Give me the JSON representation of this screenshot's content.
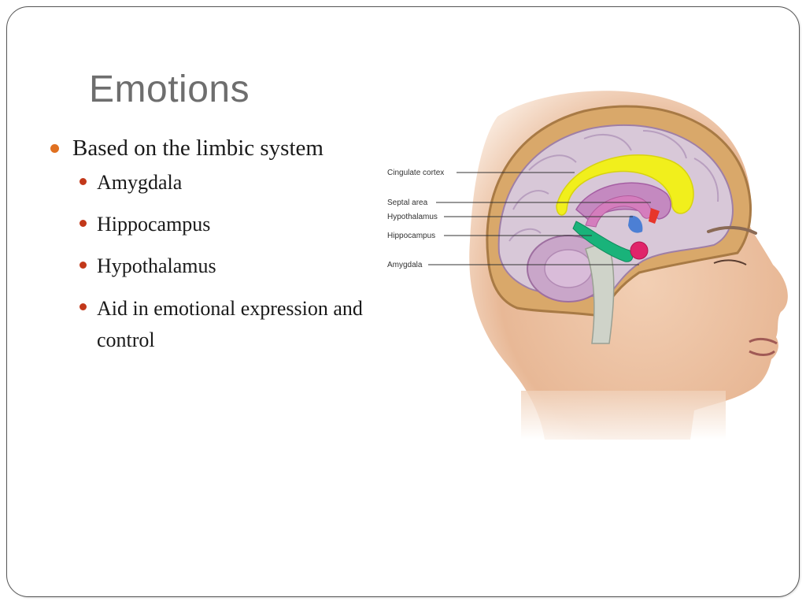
{
  "slide": {
    "title": "Emotions",
    "bullets": [
      {
        "text": "Based on the limbic system"
      }
    ],
    "sub_bullets": [
      {
        "text": "Amygdala"
      },
      {
        "text": "Hippocampus"
      },
      {
        "text": "Hypothalamus"
      },
      {
        "text": "Aid in emotional expression and control"
      }
    ]
  },
  "figure": {
    "labels": {
      "cingulate": "Cingulate cortex",
      "septal": "Septal area",
      "hypothalamus": "Hypothalamus",
      "hippocampus": "Hippocampus",
      "amygdala": "Amygdala"
    }
  },
  "colors": {
    "bullet": "#e07020",
    "sub_bullet": "#c2381a",
    "title": "#6e6e6e",
    "cingulate": "#f1ef1c",
    "hippocampus": "#19b37a",
    "amygdala": "#e0246a"
  }
}
